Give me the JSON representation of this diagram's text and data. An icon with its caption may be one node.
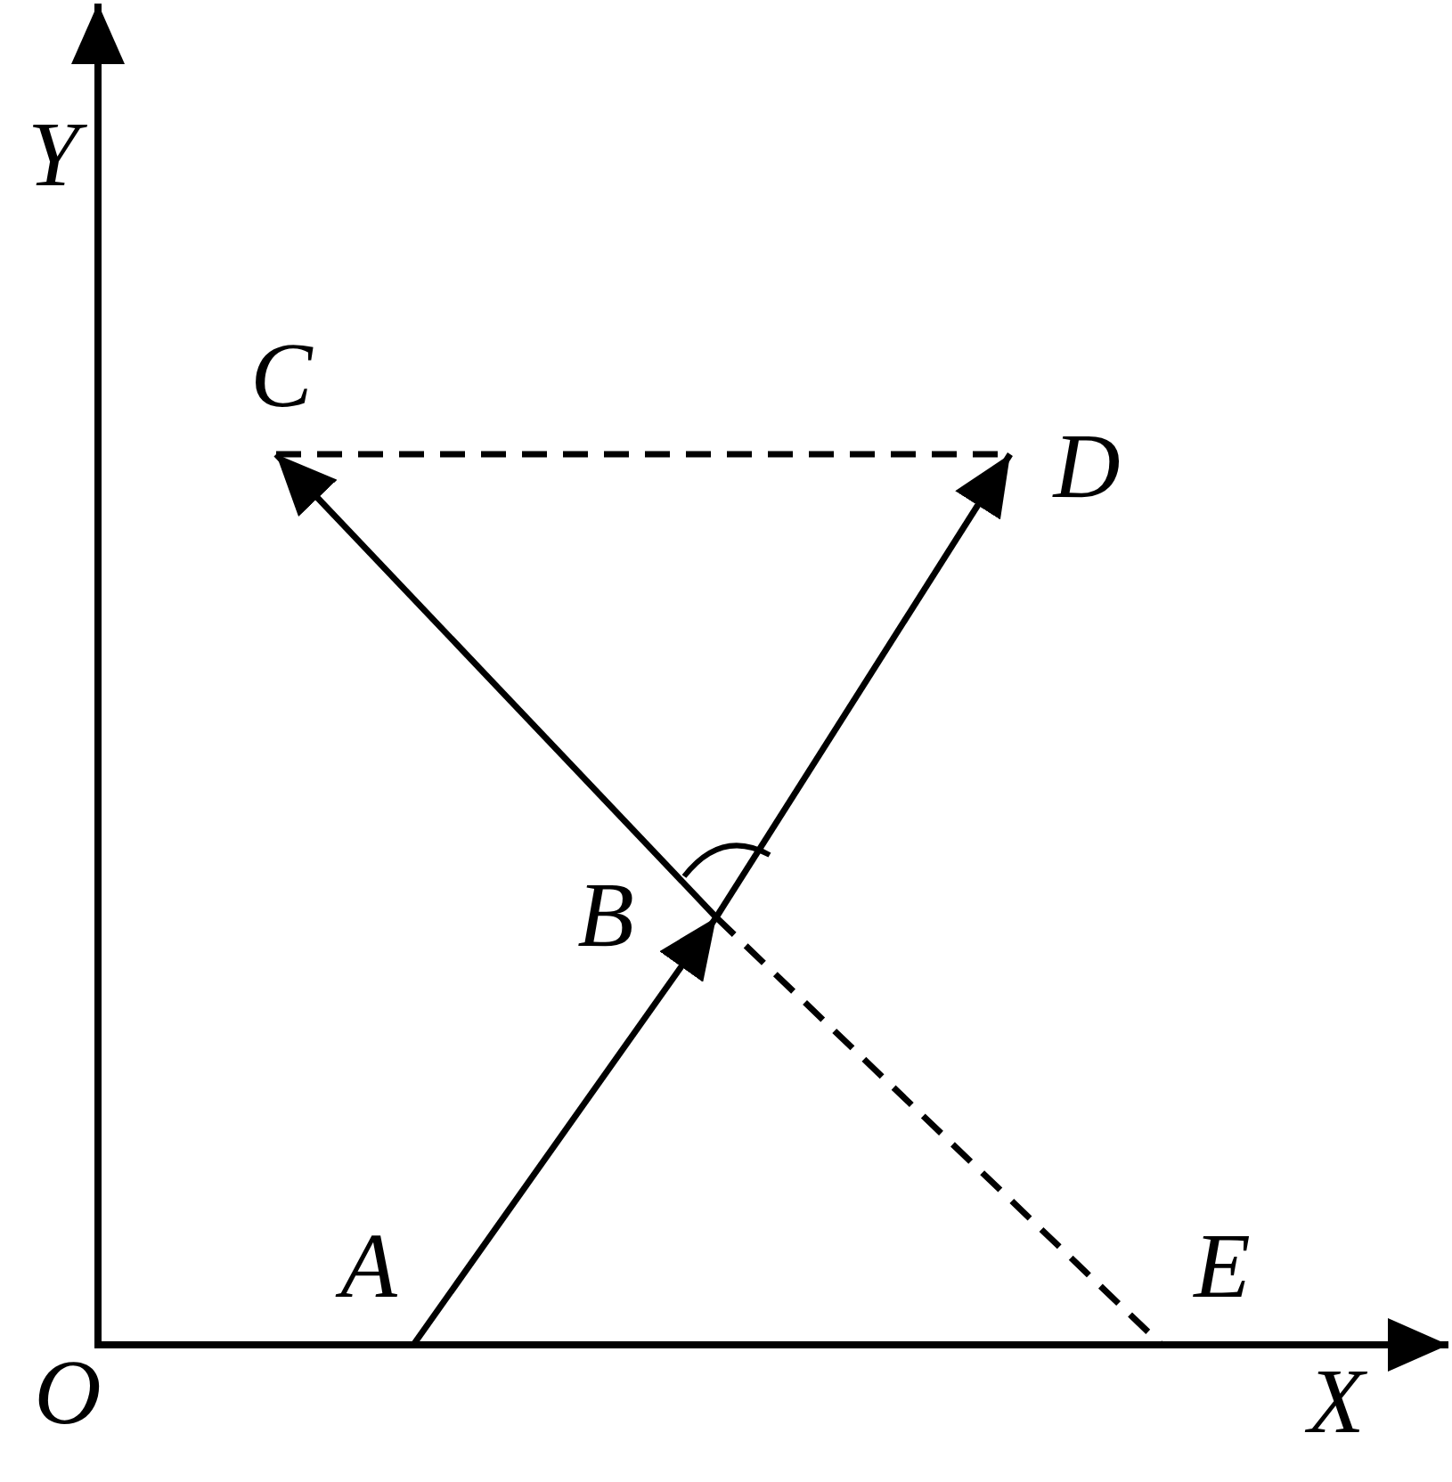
{
  "diagram": {
    "nodes": [
      {
        "text": [
          "C"
        ]
      },
      {
        "text": [
          "D"
        ]
      },
      {
        "text": [
          "B"
        ]
      },
      {
        "text": [
          "A"
        ]
      },
      {
        "text": [
          "E"
        ]
      }
    ],
    "edges": [
      {
        "from": 3,
        "to": 2,
        "arrow": "to"
      },
      {
        "from": 2,
        "to": 0,
        "arrow": "to"
      },
      {
        "from": 2,
        "to": 1,
        "arrow": "to"
      },
      {
        "from": 0,
        "to": 1,
        "arrow": "none",
        "style": "dashed"
      },
      {
        "from": 2,
        "to": 4,
        "arrow": "none",
        "style": "dashed"
      }
    ],
    "labels": [
      "Y",
      "O",
      "X"
    ]
  }
}
